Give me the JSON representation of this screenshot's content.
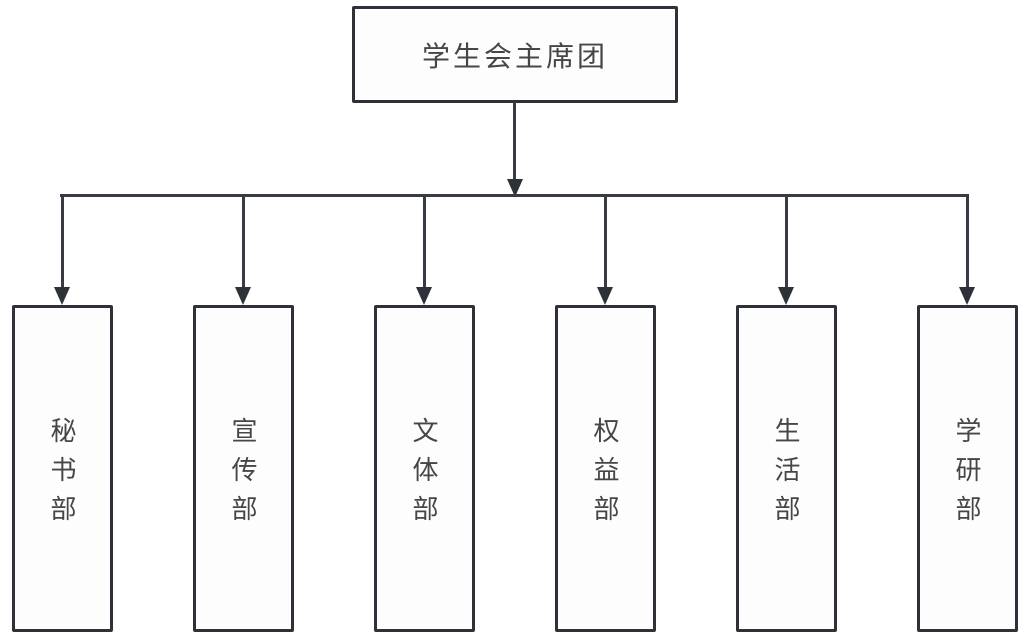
{
  "root": {
    "label": "学生会主席团"
  },
  "departments": [
    {
      "label": "秘书部"
    },
    {
      "label": "宣传部"
    },
    {
      "label": "文体部"
    },
    {
      "label": "权益部"
    },
    {
      "label": "生活部"
    },
    {
      "label": "学研部"
    }
  ],
  "colors": {
    "border": "#2e3238",
    "line": "#383c42",
    "text": "#464646",
    "box_fill": "#fdfdfd",
    "background": "#ffffff"
  }
}
